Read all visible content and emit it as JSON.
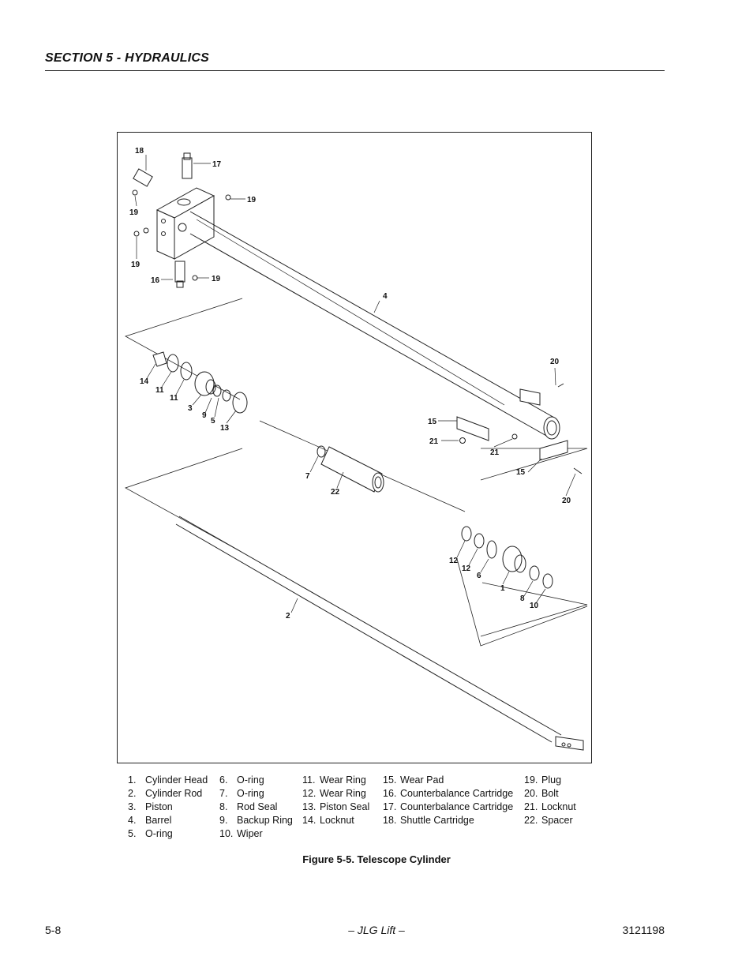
{
  "header": {
    "section_title": "SECTION 5 - HYDRAULICS"
  },
  "figure": {
    "caption": "Figure 5-5.  Telescope Cylinder",
    "callouts": {
      "c18": "18",
      "c17": "17",
      "c19a": "19",
      "c19b": "19",
      "c19c": "19",
      "c19d": "19",
      "c16": "16",
      "c4": "4",
      "c20a": "20",
      "c20b": "20",
      "c15a": "15",
      "c15b": "15",
      "c21a": "21",
      "c21b": "21",
      "c14": "14",
      "c11a": "11",
      "c11b": "11",
      "c3": "3",
      "c9": "9",
      "c5": "5",
      "c13": "13",
      "c7": "7",
      "c22": "22",
      "c12a": "12",
      "c12b": "12",
      "c6": "6",
      "c1": "1",
      "c8": "8",
      "c10": "10",
      "c2": "2"
    }
  },
  "legend": {
    "col1": [
      {
        "num": "1.",
        "label": "Cylinder Head"
      },
      {
        "num": "2.",
        "label": "Cylinder Rod"
      },
      {
        "num": "3.",
        "label": "Piston"
      },
      {
        "num": "4.",
        "label": "Barrel"
      },
      {
        "num": "5.",
        "label": "O-ring"
      }
    ],
    "col2": [
      {
        "num": "6.",
        "label": "O-ring"
      },
      {
        "num": "7.",
        "label": "O-ring"
      },
      {
        "num": "8.",
        "label": "Rod Seal"
      },
      {
        "num": "9.",
        "label": "Backup Ring"
      },
      {
        "num": "10.",
        "label": "Wiper"
      }
    ],
    "col3": [
      {
        "num": "11.",
        "label": "Wear Ring"
      },
      {
        "num": "12.",
        "label": "Wear Ring"
      },
      {
        "num": "13.",
        "label": "Piston Seal"
      },
      {
        "num": "14.",
        "label": "Locknut"
      }
    ],
    "col4": [
      {
        "num": "15.",
        "label": "Wear Pad"
      },
      {
        "num": "16.",
        "label": "Counterbalance Cartridge"
      },
      {
        "num": "17.",
        "label": "Counterbalance Cartridge"
      },
      {
        "num": "18.",
        "label": "Shuttle Cartridge"
      }
    ],
    "col5": [
      {
        "num": "19.",
        "label": "Plug"
      },
      {
        "num": "20.",
        "label": "Bolt"
      },
      {
        "num": "21.",
        "label": "Locknut"
      },
      {
        "num": "22.",
        "label": "Spacer"
      }
    ]
  },
  "footer": {
    "page_number": "5-8",
    "publisher": "– JLG Lift –",
    "doc_number": "3121198"
  }
}
